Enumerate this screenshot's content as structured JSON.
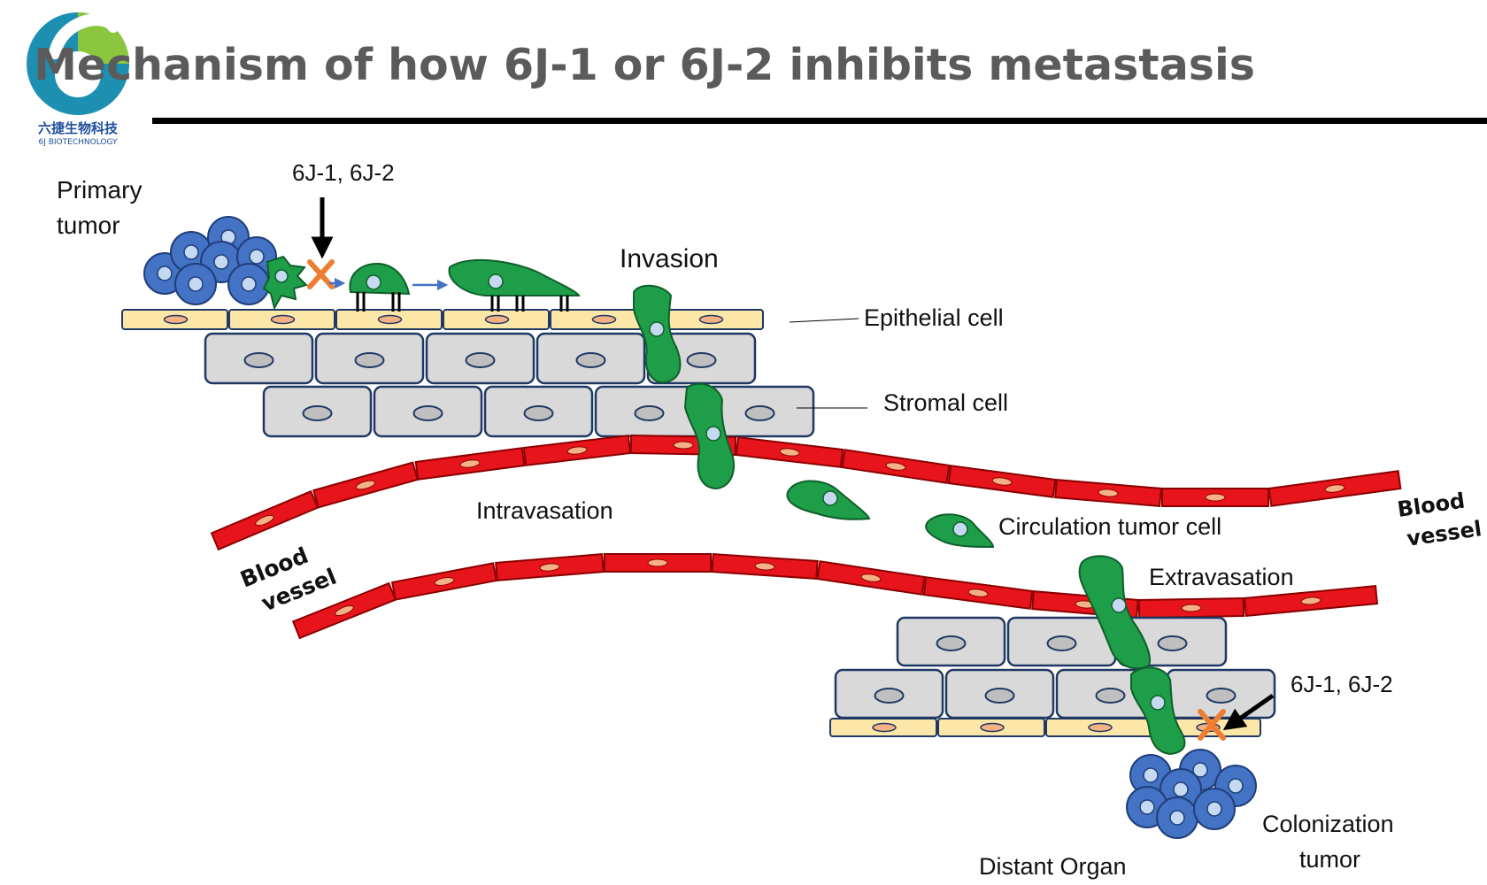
{
  "header": {
    "title": "Mechanism of how 6J-1 or 6J-2 inhibits metastasis",
    "logo_cn": "六捷生物科技",
    "logo_en": "6J BIOTECHNOLOGY"
  },
  "labels": {
    "primary_tumor": [
      "Primary",
      "tumor"
    ],
    "drug_top": "6J-1, 6J-2",
    "invasion": "Invasion",
    "epithelial_cell": "Epithelial cell",
    "stromal_cell": "Stromal cell",
    "intravasation": "Intravasation",
    "blood_vessel_left": [
      "Blood",
      "vessel"
    ],
    "blood_vessel_right": [
      "Blood",
      "vessel"
    ],
    "circulation_tumor_cell": "Circulation tumor cell",
    "extravasation": "Extravasation",
    "drug_bottom": "6J-1, 6J-2",
    "colonization_tumor": [
      "Colonization",
      "tumor"
    ],
    "distant_organ": "Distant Organ"
  },
  "colors": {
    "title": "#5b5b5b",
    "tumor_cell": "#4472c4",
    "invading_cell": "#1e9e49",
    "epithelial": "#fce7a8",
    "stromal": "#d9d9d9",
    "vessel": "#e8141c",
    "inhibit_mark": "#ed7d31"
  }
}
